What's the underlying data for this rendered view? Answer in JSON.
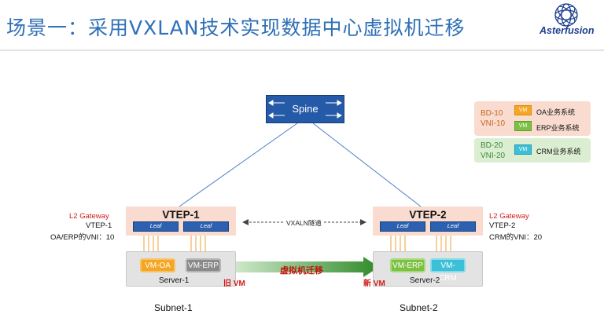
{
  "header": {
    "title": "场景一：采用VXLAN技术实现数据中心虚拟机迁移",
    "brand": "Asterfusion"
  },
  "diagram": {
    "spine": {
      "label": "Spine"
    },
    "vtep1": {
      "title": "VTEP-1",
      "leafs": [
        "Leaf",
        "Leaf"
      ]
    },
    "vtep2": {
      "title": "VTEP-2",
      "leafs": [
        "Leaf",
        "Leaf"
      ]
    },
    "tunnel": {
      "label": "VXALN隧道"
    },
    "left_info": {
      "gateway": "L2 Gateway",
      "vtep": "VTEP-1",
      "vni": "OA/ERP的VNI：10"
    },
    "right_info": {
      "gateway": "L2 Gateway",
      "vtep": "VTEP-2",
      "vni": "CRM的VNI：20"
    },
    "server1": {
      "name": "Server-1",
      "vms": [
        "VM-OA",
        "VM-ERP"
      ],
      "tag": "旧 VM"
    },
    "server2": {
      "name": "Server-2",
      "vms": [
        "VM-ERP",
        "VM-CRM"
      ],
      "tag": "新 VM"
    },
    "migration": {
      "label": "虚拟机迁移"
    },
    "subnets": [
      "Subnet-1",
      "Subnet-2"
    ]
  },
  "legend": {
    "group1": {
      "bd": "BD-10",
      "vni": "VNI-10",
      "items": [
        {
          "icon": "VM",
          "label": "OA业务系统"
        },
        {
          "icon": "VM",
          "label": "ERP业务系统"
        }
      ]
    },
    "group2": {
      "bd": "BD-20",
      "vni": "VNI-20",
      "items": [
        {
          "icon": "VM",
          "label": "CRM业务系统"
        }
      ]
    }
  },
  "colors": {
    "title": "#2f6fb7",
    "spine": "#255aa8",
    "vtep_zone": "#f9dccf",
    "vm_oa": "#f5a623",
    "vm_erp": "#7cc143",
    "vm_crm": "#3cc0d8",
    "vm_old_erp": "#8a8a8a",
    "label_red": "#d11a1a",
    "migration_arrow": "#2f8a2a"
  }
}
